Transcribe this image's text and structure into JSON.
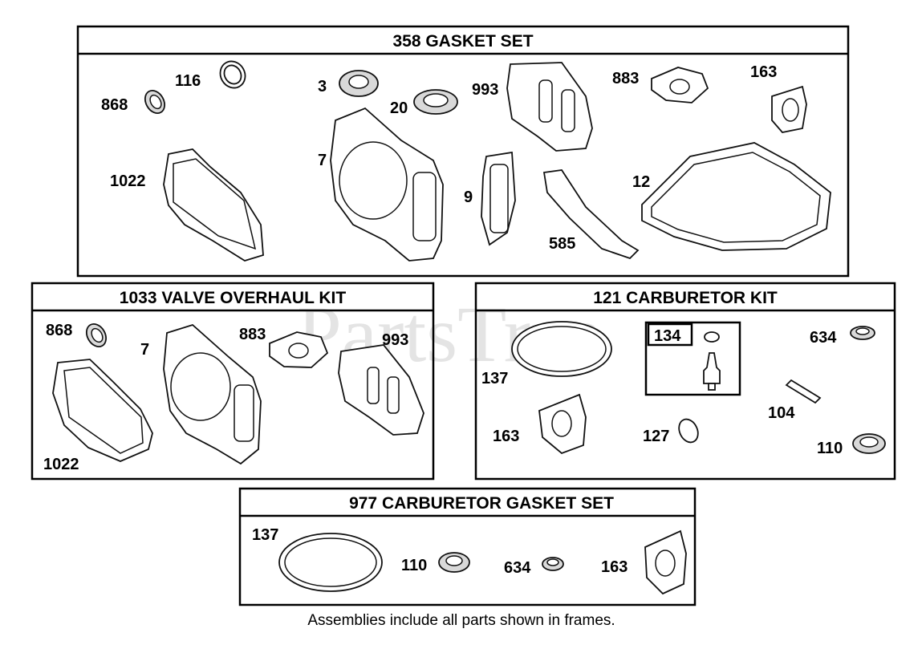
{
  "watermark": "PartsTree",
  "caption": "Assemblies include all parts shown in frames.",
  "kits": {
    "gasket_set": {
      "title": "358 GASKET SET",
      "labels": [
        "116",
        "868",
        "3",
        "20",
        "993",
        "883",
        "163",
        "1022",
        "7",
        "9",
        "585",
        "12"
      ]
    },
    "valve_kit": {
      "title": "1033 VALVE OVERHAUL KIT",
      "labels": [
        "868",
        "7",
        "883",
        "993",
        "1022"
      ]
    },
    "carb_kit": {
      "title": "121 CARBURETOR KIT",
      "labels": [
        "134",
        "634",
        "137",
        "104",
        "163",
        "127",
        "110"
      ]
    },
    "carb_gasket_set": {
      "title": "977 CARBURETOR  GASKET SET",
      "labels": [
        "137",
        "110",
        "634",
        "163"
      ]
    }
  }
}
